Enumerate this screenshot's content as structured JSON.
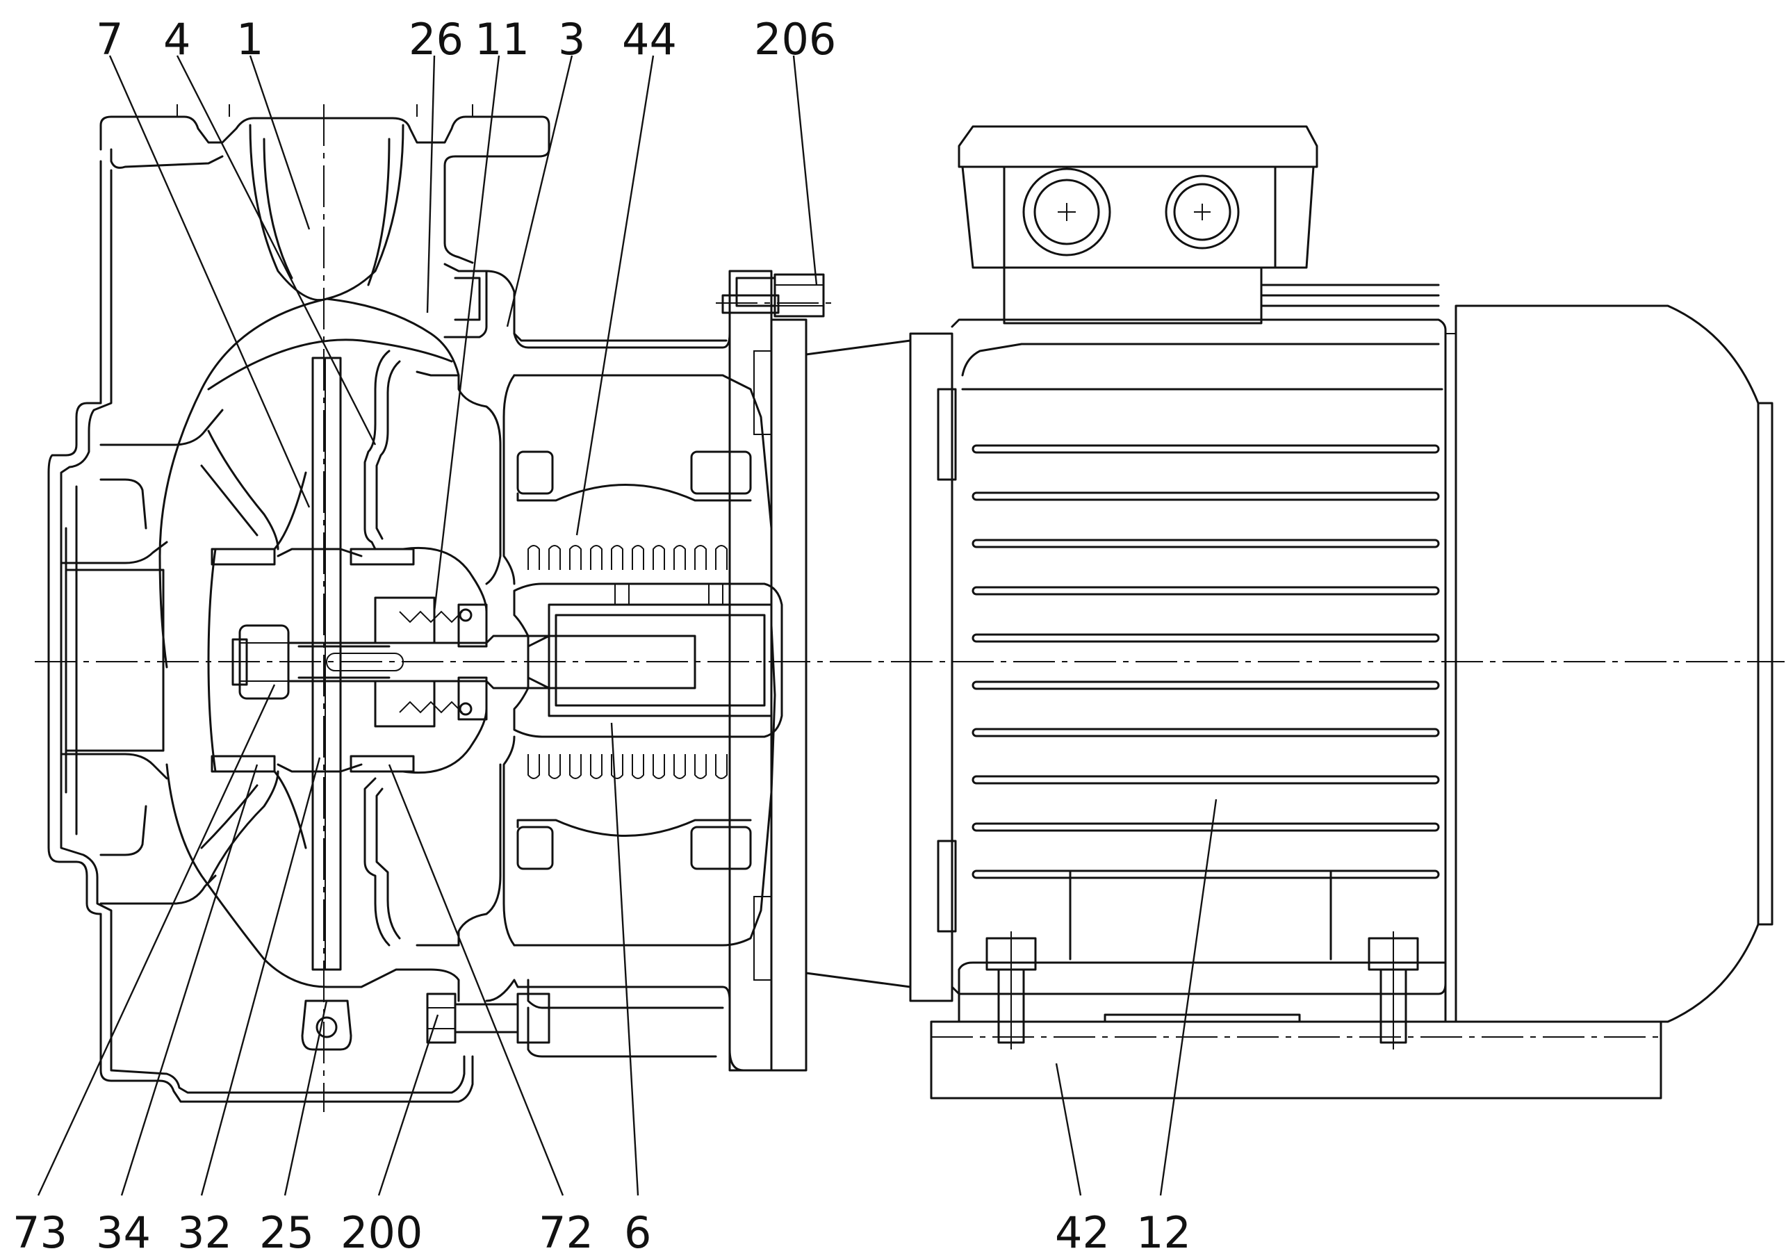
{
  "drawing": {
    "top_labels": [
      "7",
      "4",
      "1",
      "26",
      "11",
      "3",
      "44",
      "206"
    ],
    "bottom_labels": [
      "73",
      "34",
      "32",
      "25",
      "200",
      "72",
      "6",
      "42",
      "12"
    ]
  }
}
